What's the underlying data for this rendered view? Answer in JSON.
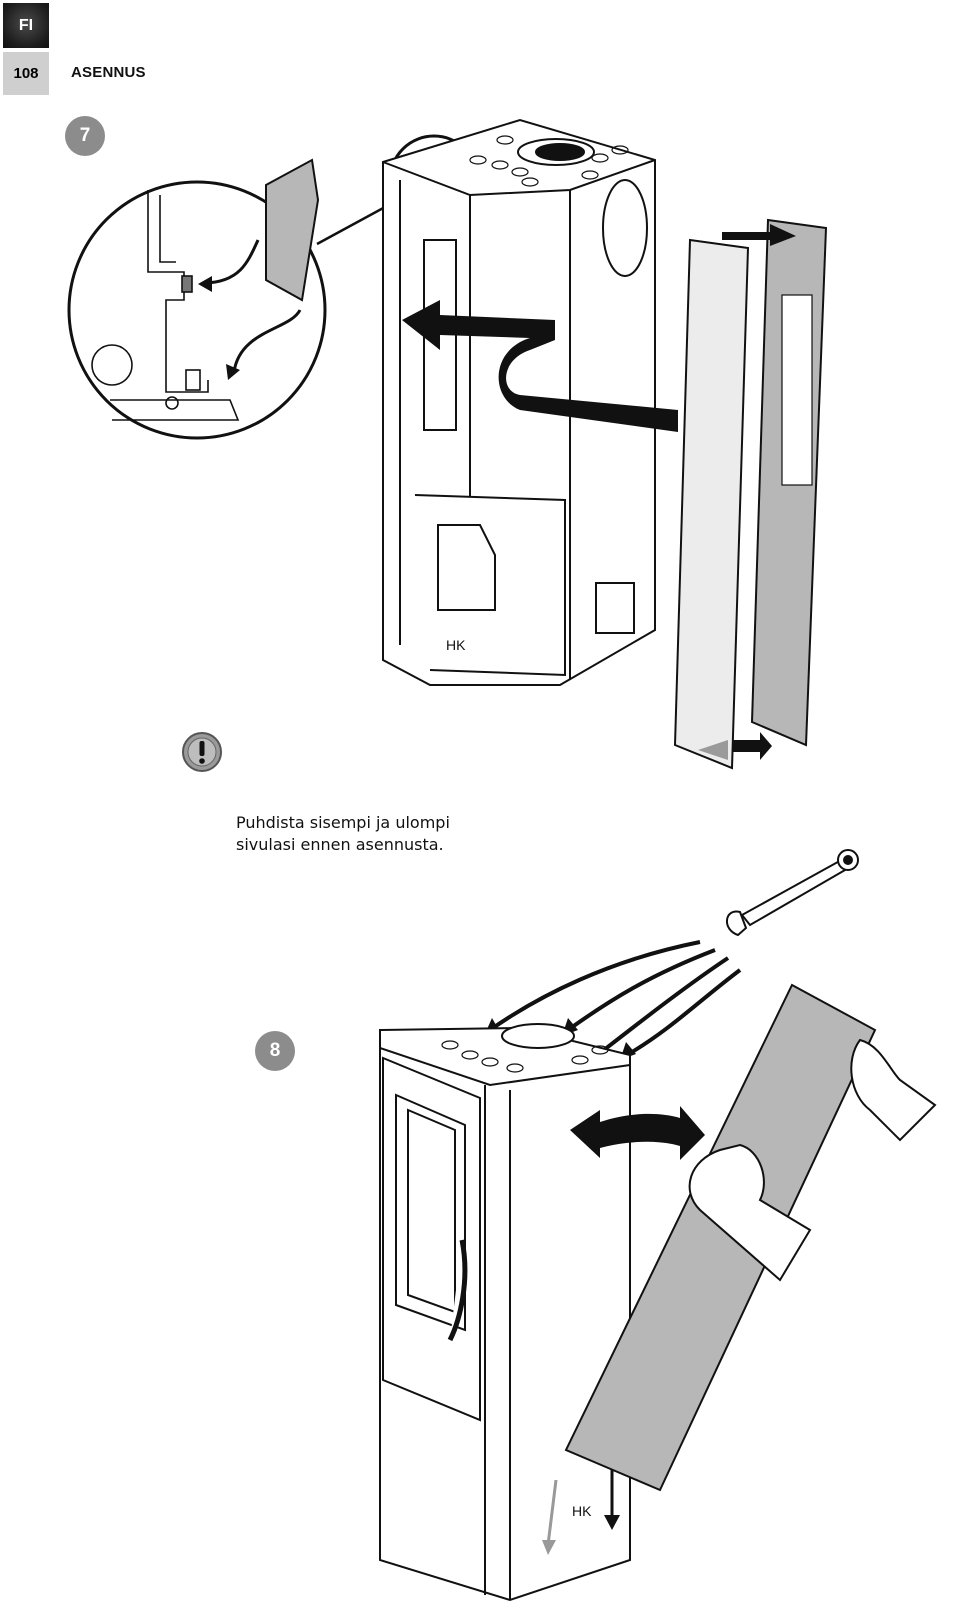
{
  "header": {
    "language": "FI",
    "page_number": "108",
    "section": "ASENNUS"
  },
  "steps": [
    {
      "number": "7"
    },
    {
      "number": "8"
    }
  ],
  "note": {
    "icon": "exclamation-warning-icon",
    "line1": "Puhdista sisempi ja ulompi",
    "line2": "sivulasi ennen asennusta."
  },
  "illustration": {
    "stamp_mark": "HK"
  },
  "colors": {
    "panel_grey": "#b7b7b7",
    "badge_grey": "#8c8c8c",
    "ink": "#111111"
  }
}
